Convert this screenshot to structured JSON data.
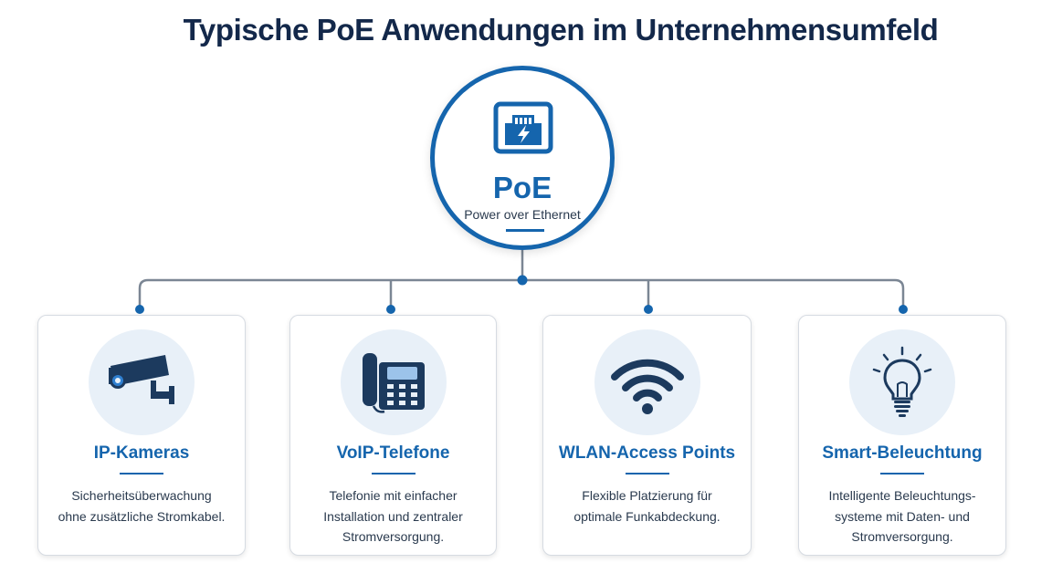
{
  "title": "Typische PoE Anwendungen im Unternehmensumfeld",
  "hub": {
    "name": "PoE",
    "subtitle": "Power over Ethernet",
    "icon": "ethernet-port-lightning-icon"
  },
  "applications": [
    {
      "title": "IP-Kameras",
      "description": "Sicherheitsüberwachung\nohne zusätzliche Stromkabel.",
      "icon": "security-camera-icon"
    },
    {
      "title": "VoIP-Telefone",
      "description": "Telefonie mit einfacher\nInstallation und zentraler\nStromversorgung.",
      "icon": "desk-phone-icon"
    },
    {
      "title": "WLAN-Access Points",
      "description": "Flexible Platzierung für\noptimale Funkabdeckung.",
      "icon": "wifi-icon"
    },
    {
      "title": "Smart-Beleuchtung",
      "description": "Intelligente Beleuchtungs-\nsysteme mit Daten- und\nStromversorgung.",
      "icon": "light-bulb-icon"
    }
  ],
  "colors": {
    "accent": "#1565ad",
    "title": "#13284a",
    "connector": "#7b8694",
    "icon_dark": "#1c3a5e",
    "icon_bg": "#e8f0f8"
  }
}
